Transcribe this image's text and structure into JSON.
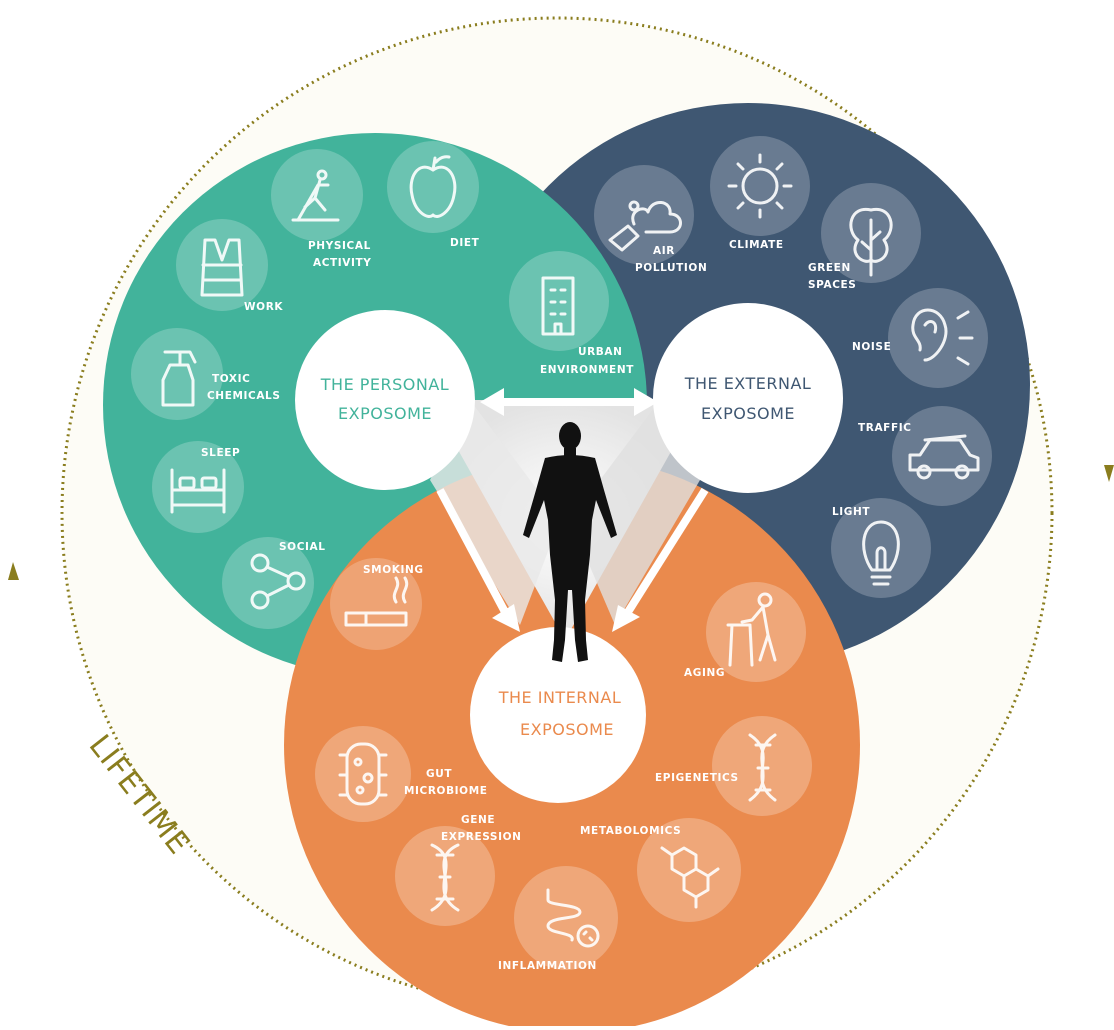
{
  "lifetime": "LIFETIME",
  "colors": {
    "personal": "#42b39b",
    "external": "#3f5772",
    "internal": "#ea8a4d",
    "lifetime_ring": "#8a7d1e"
  },
  "personal": {
    "title_line1": "THE PERSONAL",
    "title_line2": "EXPOSOME",
    "items": {
      "physical_activity_1": "PHYSICAL",
      "physical_activity_2": "ACTIVITY",
      "diet": "DIET",
      "work": "WORK",
      "toxic_1": "TOXIC",
      "toxic_2": "CHEMICALS",
      "sleep": "SLEEP",
      "social": "SOCIAL",
      "smoking": "SMOKING"
    }
  },
  "external": {
    "title_line1": "THE EXTERNAL",
    "title_line2": "EXPOSOME",
    "items": {
      "air_1": "AIR",
      "air_2": "POLLUTION",
      "climate": "CLIMATE",
      "green_1": "GREEN",
      "green_2": "SPACES",
      "urban_1": "URBAN",
      "urban_2": "ENVIRONMENT",
      "noise": "NOISE",
      "traffic": "TRAFFIC",
      "light": "LIGHT"
    }
  },
  "internal": {
    "title_line1": "THE INTERNAL",
    "title_line2": "EXPOSOME",
    "items": {
      "aging": "AGING",
      "gut_1": "GUT",
      "gut_2": "MICROBIOME",
      "epigenetics": "EPIGENETICS",
      "gene_1": "GENE",
      "gene_2": "EXPRESSION",
      "metabolomics": "METABOLOMICS",
      "inflammation": "INFLAMMATION"
    }
  },
  "icons": {
    "physical_activity": "treadmill-icon",
    "diet": "apple-icon",
    "work": "safety-vest-icon",
    "toxic_chemicals": "spray-bottle-icon",
    "sleep": "bed-icon",
    "social": "network-icon",
    "smoking": "cigarette-icon",
    "air_pollution": "exhaust-pipe-icon",
    "climate": "sun-icon",
    "green_spaces": "tree-icon",
    "urban_environment": "building-icon",
    "noise": "ear-icon",
    "traffic": "car-icon",
    "light": "lightbulb-icon",
    "aging": "walker-icon",
    "gut_microbiome": "bacteria-icon",
    "epigenetics": "dna-icon",
    "gene_expression": "dna-helix-icon",
    "metabolomics": "molecule-icon",
    "inflammation": "intestine-icon",
    "center": "human-figure-icon"
  }
}
